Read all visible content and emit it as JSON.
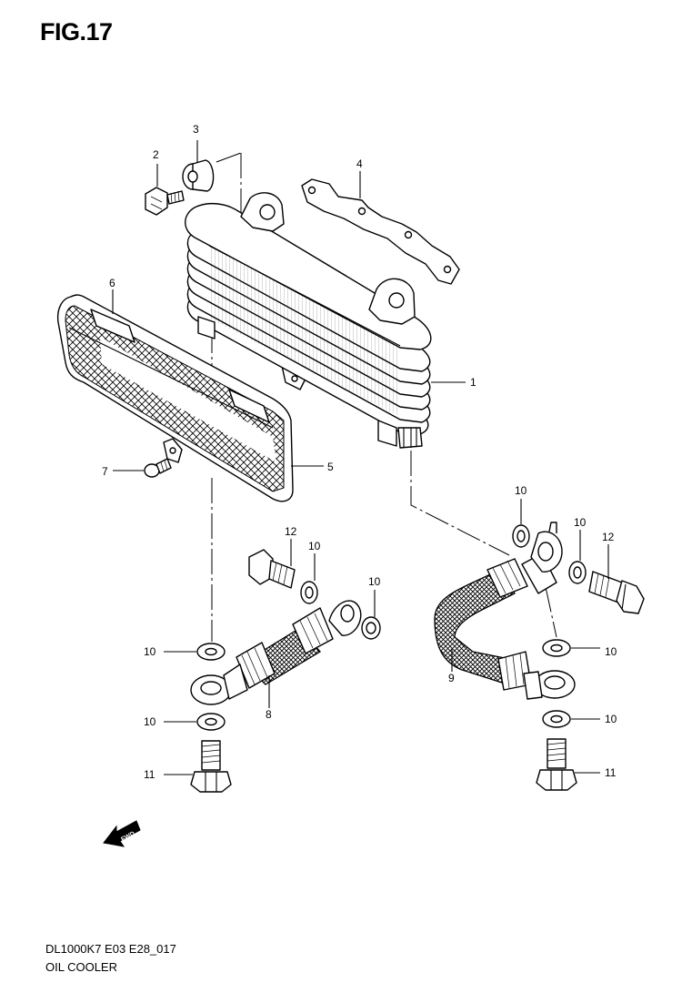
{
  "figure": {
    "title": "FIG.17",
    "model_code": "DL1000K7 E03 E28_017",
    "name": "OIL COOLER"
  },
  "fwd_label": "FWD",
  "callouts": {
    "c1": "1",
    "c2": "2",
    "c3": "3",
    "c4": "4",
    "c5": "5",
    "c6": "6",
    "c7": "7",
    "c8": "8",
    "c9": "9",
    "c10a": "10",
    "c10b": "10",
    "c10c": "10",
    "c10d": "10",
    "c10e": "10",
    "c10f": "10",
    "c10g": "10",
    "c10h": "10",
    "c11a": "11",
    "c11b": "11",
    "c12a": "12",
    "c12b": "12"
  }
}
